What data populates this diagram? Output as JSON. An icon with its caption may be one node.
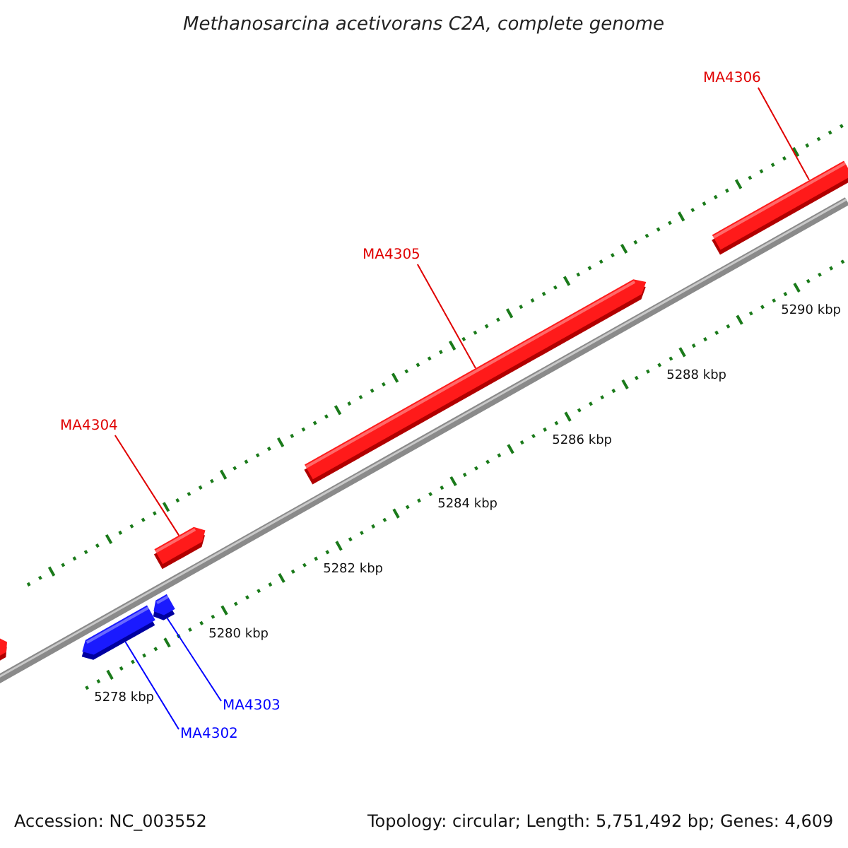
{
  "diagram": {
    "title": "Methanosarcina acetivorans C2A, complete genome",
    "nodes": [
      {
        "text": [
          "MA4306"
        ]
      },
      {
        "text": [],
        "shape": "bar"
      },
      {
        "text": [
          "MA4305"
        ]
      },
      {
        "text": [],
        "shape": "bar"
      },
      {
        "text": [
          "MA4304"
        ]
      },
      {
        "text": [],
        "shape": "bar"
      },
      {
        "text": [
          "MA4303"
        ]
      },
      {
        "text": [],
        "shape": "bar"
      },
      {
        "text": [
          "MA4302"
        ]
      },
      {
        "text": [],
        "shape": "bar"
      }
    ],
    "edges": [
      {
        "from": 0,
        "to": 1,
        "arrow": "none"
      },
      {
        "from": 2,
        "to": 3,
        "arrow": "none"
      },
      {
        "from": 4,
        "to": 5,
        "arrow": "none"
      },
      {
        "from": 6,
        "to": 7,
        "arrow": "none",
        "color": "#0000ff"
      },
      {
        "from": 8,
        "to": 9,
        "arrow": "none",
        "color": "#0000ff"
      }
    ],
    "labels": [
      "5290 kbp",
      "5288 kbp",
      "5286 kbp",
      "5284 kbp",
      "5282 kbp",
      "5280 kbp",
      "5278 kbp",
      "Accession: NC_003552",
      "Topology: circular; Length: 5,751,492 bp; Genes: 4,609"
    ]
  }
}
